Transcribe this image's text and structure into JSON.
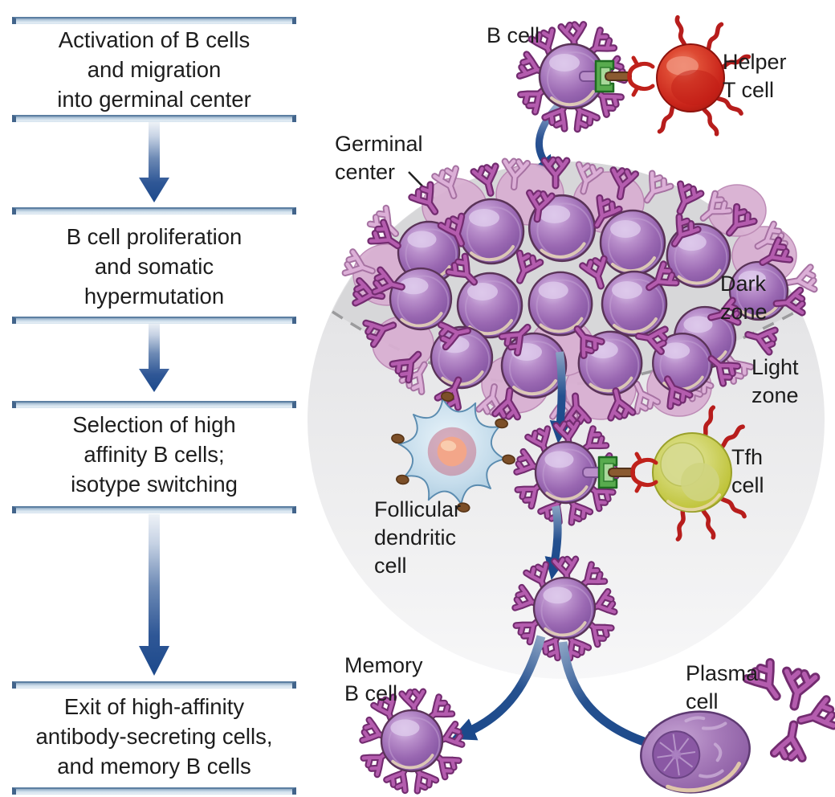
{
  "flowchart": {
    "steps": [
      {
        "text": "Activation of B cells\nand migration\ninto germinal center"
      },
      {
        "text": "B cell proliferation\nand somatic\nhypermutation"
      },
      {
        "text": "Selection of high\naffinity B cells;\nisotype switching"
      },
      {
        "text": "Exit of high-affinity\nantibody-secreting cells,\nand memory B cells"
      }
    ]
  },
  "labels": {
    "b_cell": "B cell",
    "helper_t_cell": "Helper\nT cell",
    "germinal_center": "Germinal\ncenter",
    "dark_zone": "Dark\nzone",
    "light_zone": "Light\nzone",
    "follicular_dendritic_cell": "Follicular\ndendritic\ncell",
    "tfh_cell": "Tfh\ncell",
    "memory_b_cell": "Memory\nB cell",
    "plasma_cell": "Plasma\ncell"
  },
  "colors": {
    "flow_arrow_blue": "#1c498b",
    "divider_bar_fill": "#cfdeeb",
    "divider_bar_edge": "#42648b",
    "b_cell_purple": "#9a68b2",
    "antibody_magenta": "#b45cae",
    "helper_t_red": "#c9241a",
    "tfh_yellow_green": "#c3c832",
    "fdc_blue": "#bcd8ec",
    "plasma_purple": "#9668ae",
    "germinal_center_gray": "#e8e8ea",
    "dark_zone_gray": "#d7d7d9",
    "text": "#1c1c1c"
  }
}
